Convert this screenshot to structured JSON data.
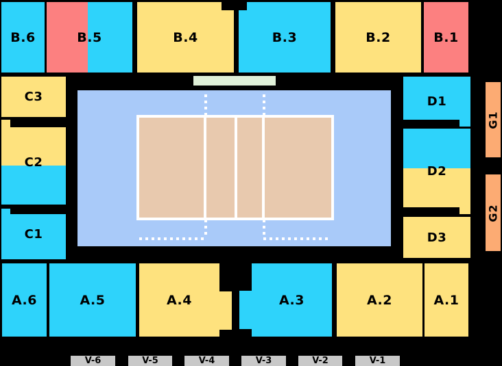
{
  "palette": {
    "cyan": "#2ed3fb",
    "yellow": "#fee27e",
    "red": "#fc8080",
    "orange": "#fcab73",
    "court_blue": "#a9caf9",
    "court_sand": "#e8c9ae",
    "table_green": "#dff0d8",
    "vip_gray": "#c8c8c8",
    "background": "#000000"
  },
  "sections": {
    "b6": {
      "label": "B.6"
    },
    "b5": {
      "label": "B.5"
    },
    "b4": {
      "label": "B.4"
    },
    "b3": {
      "label": "B.3"
    },
    "b2": {
      "label": "B.2"
    },
    "b1": {
      "label": "B.1"
    },
    "c3": {
      "label": "C3"
    },
    "c2": {
      "label": "C2"
    },
    "c1": {
      "label": "C1"
    },
    "d1": {
      "label": "D1"
    },
    "d2": {
      "label": "D2"
    },
    "d3": {
      "label": "D3"
    },
    "g1": {
      "label": "G1"
    },
    "g2": {
      "label": "G2"
    },
    "a6": {
      "label": "A.6"
    },
    "a5": {
      "label": "A.5"
    },
    "a4": {
      "label": "A.4"
    },
    "a3": {
      "label": "A.3"
    },
    "a2": {
      "label": "A.2"
    },
    "a1": {
      "label": "A.1"
    }
  },
  "vip_boxes": [
    {
      "label": "V-6"
    },
    {
      "label": "V-5"
    },
    {
      "label": "V-4"
    },
    {
      "label": "V-3"
    },
    {
      "label": "V-2"
    },
    {
      "label": "V-1"
    }
  ]
}
